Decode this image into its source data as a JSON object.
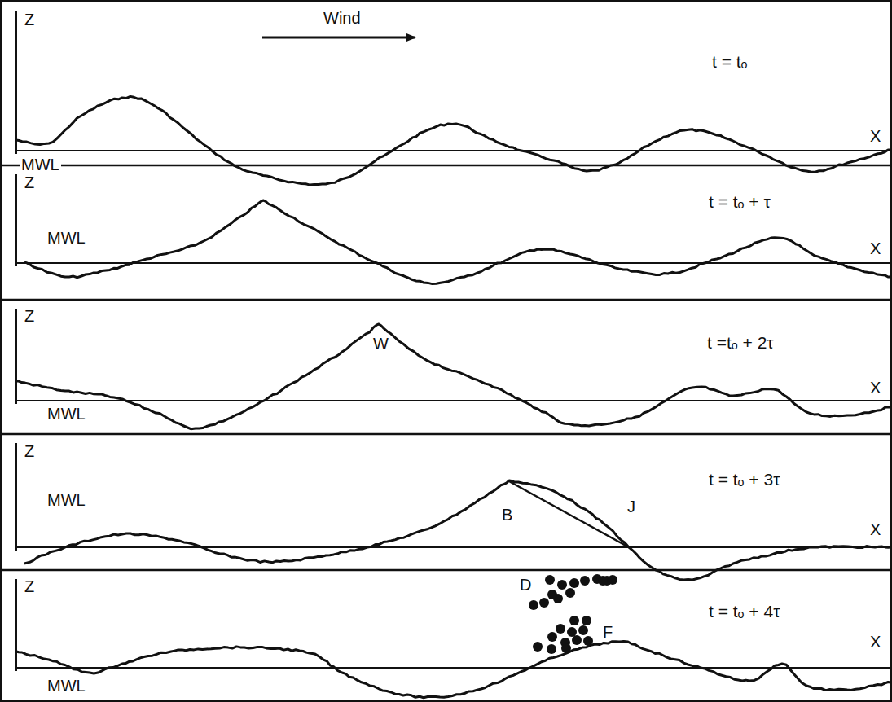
{
  "diagram": {
    "labels": [
      "Wind",
      "Z",
      "t = tₒ",
      "MWL",
      "X",
      "Z",
      "MWL",
      "t = tₒ + τ",
      "X",
      "Z",
      "t =tₒ + 2τ",
      "W",
      "MWL",
      "X",
      "Z",
      "MWL",
      "t = tₒ + 3τ",
      "B",
      "J",
      "X",
      "Z",
      "D",
      "t = tₒ + 4τ",
      "F",
      "X",
      "MWL"
    ]
  }
}
